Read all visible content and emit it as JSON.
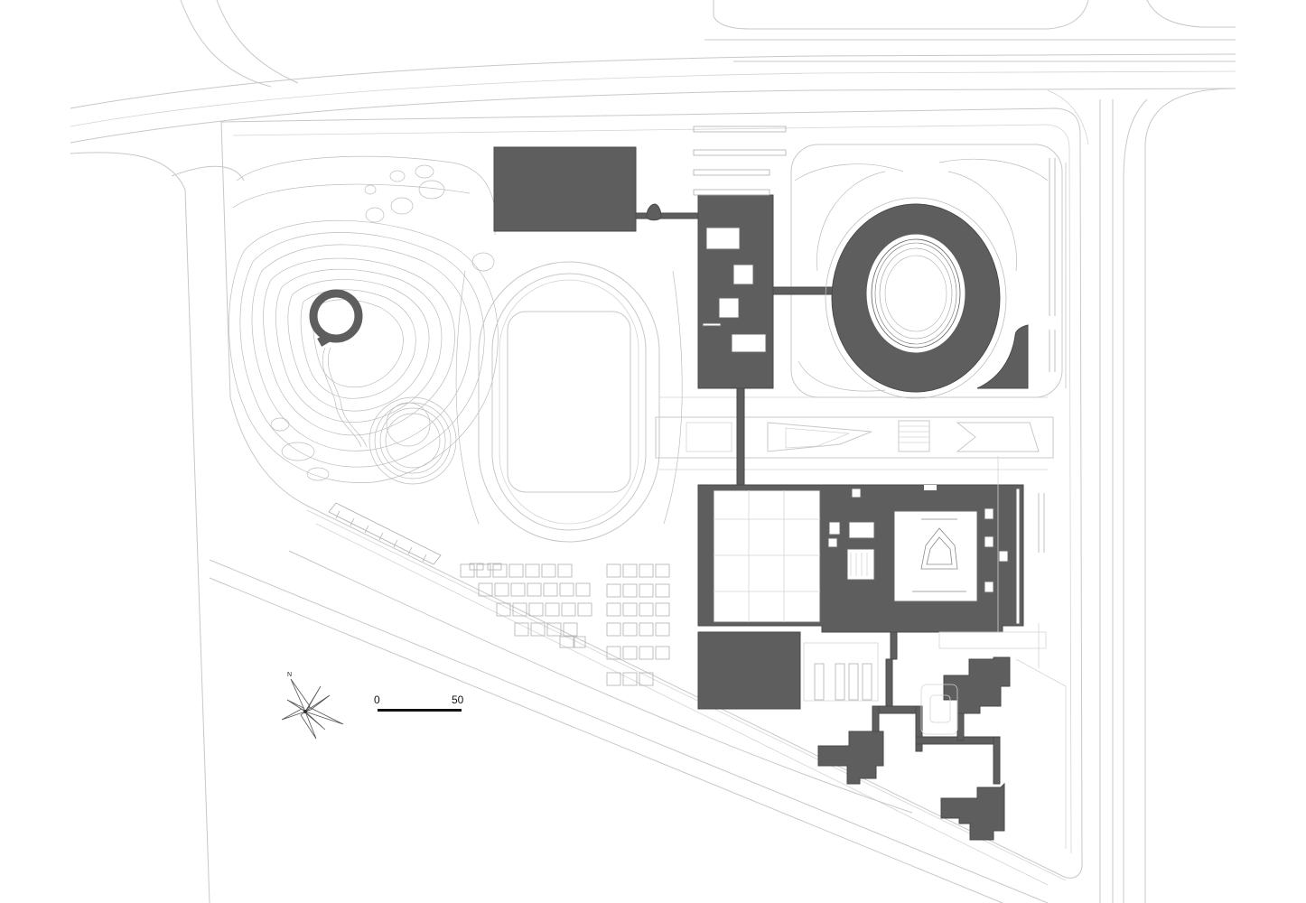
{
  "scale_bar": {
    "start_label": "0",
    "end_label": "50"
  },
  "north_arrow": {
    "label": "N",
    "icon": "north-arrow-icon"
  },
  "colors": {
    "building_fill": "#5e5e5e",
    "linework": "#c8c8c8",
    "background": "#ffffff"
  }
}
